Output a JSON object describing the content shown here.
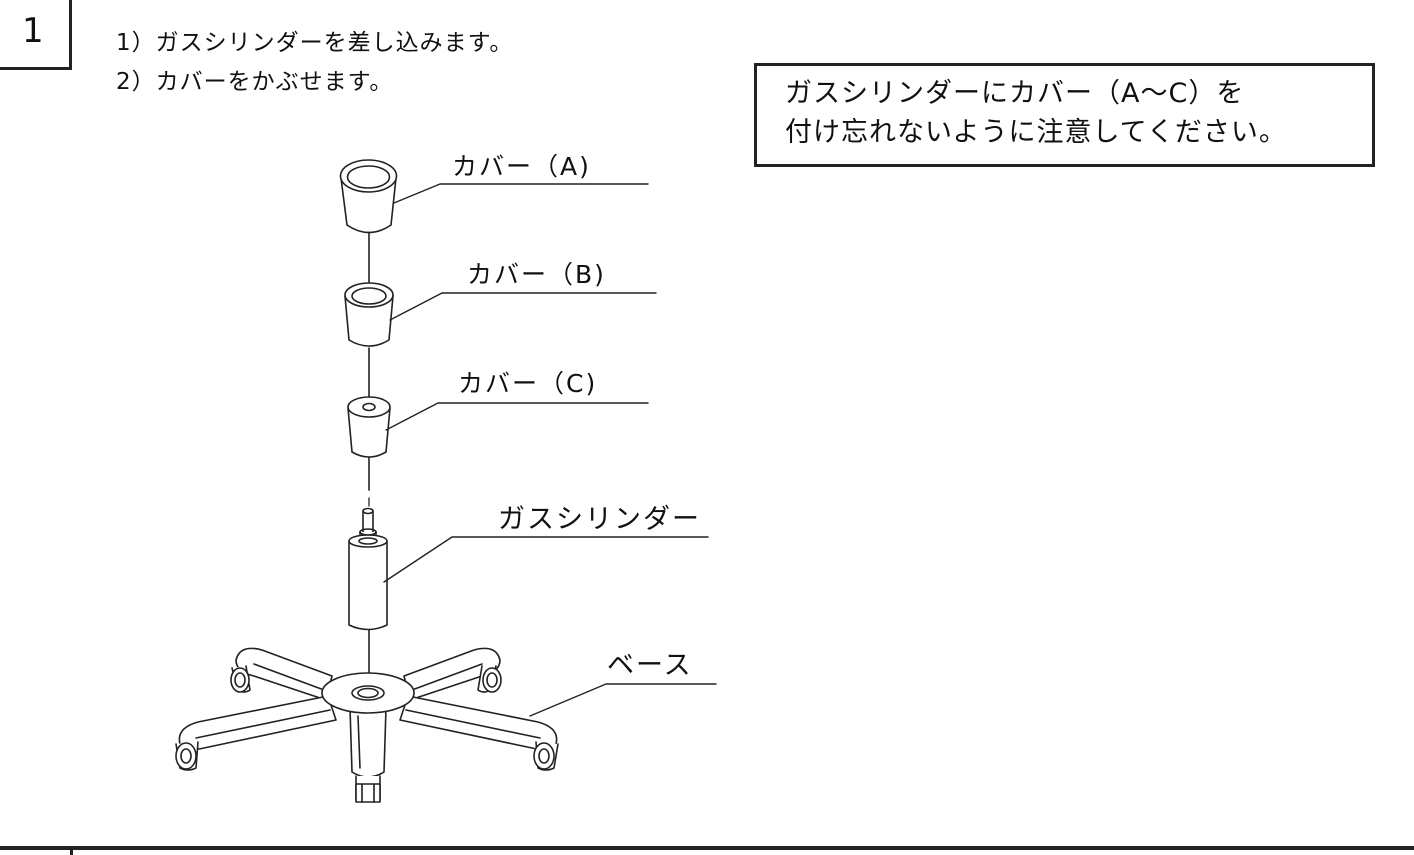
{
  "step": {
    "number": "1"
  },
  "instructions": [
    "1）ガスシリンダーを差し込みます。",
    "2）カバーをかぶせます。"
  ],
  "note": {
    "lines": [
      "ガスシリンダーにカバー（A～C）を",
      "付け忘れないように注意してください。"
    ]
  },
  "parts": {
    "cover_a": "カバー（A)",
    "cover_b": "カバー（B)",
    "cover_c": "カバー（C)",
    "gas_cylinder": "ガスシリンダー",
    "base": "ベース"
  }
}
